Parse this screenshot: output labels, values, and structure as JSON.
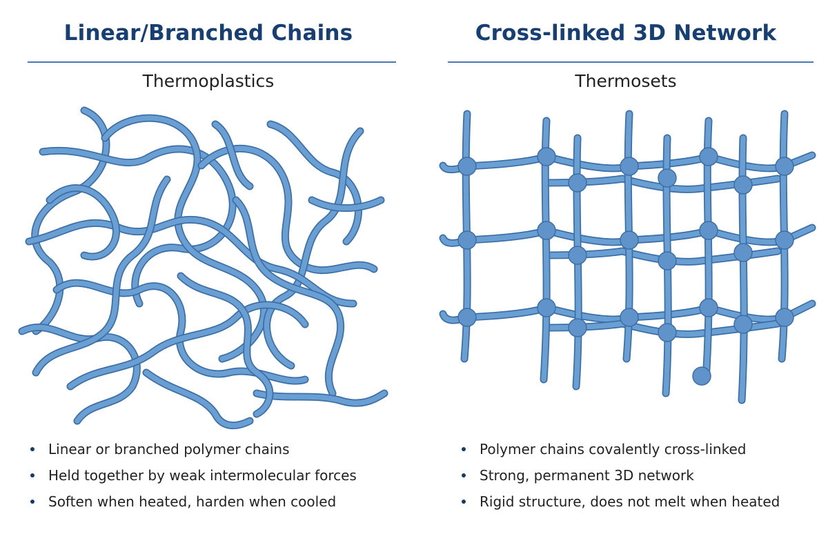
{
  "colors": {
    "title": "#173f73",
    "rule": "#4a78b4",
    "strand": "#6a9fd3",
    "strand_dark": "#3d6fa7",
    "node": "#5f93c9"
  },
  "left": {
    "title": "Linear/Branched Chains",
    "subtitle": "Thermoplastics",
    "bullets": [
      "Linear or branched polymer chains",
      "Held together by weak intermolecular forces",
      "Soften when heated, harden when cooled"
    ]
  },
  "right": {
    "title": "Cross-linked 3D Network",
    "subtitle": "Thermosets",
    "bullets": [
      "Polymer chains covalently cross-linked",
      "Strong, permanent 3D network",
      "Rigid structure, does not melt when heated"
    ]
  }
}
